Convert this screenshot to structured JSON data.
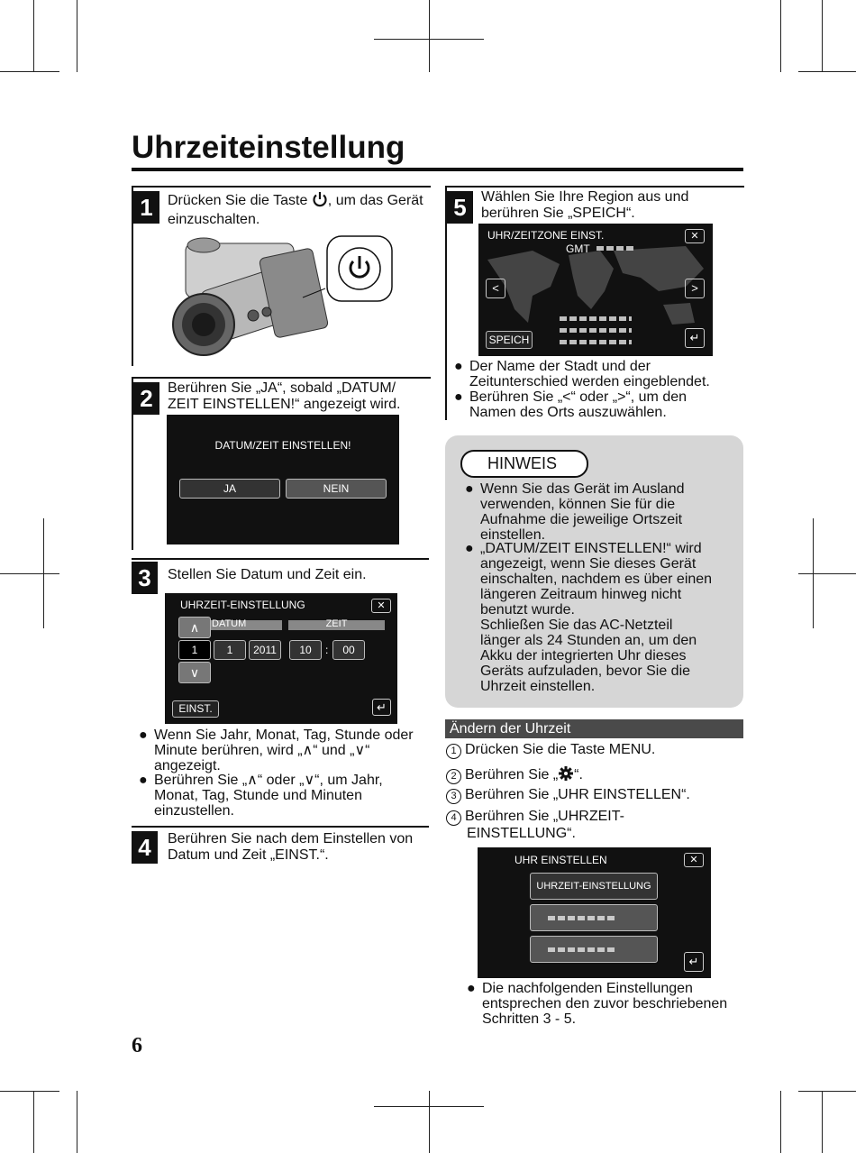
{
  "title": "Uhrzeiteinstellung",
  "page_number": "6",
  "step1": {
    "num": "1",
    "text_a": "Drücken Sie die Taste",
    "text_b": ", um das Gerät",
    "text_c": "einzuschalten."
  },
  "step2": {
    "num": "2",
    "text_1": "Berühren Sie „JA“, sobald „DATUM/",
    "text_2": "ZEIT EINSTELLEN!“ angezeigt wird.",
    "screen": {
      "title": "DATUM/ZEIT EINSTELLEN!",
      "yes": "JA",
      "no": "NEIN"
    }
  },
  "step3": {
    "num": "3",
    "text": "Stellen Sie Datum und Zeit ein.",
    "screen": {
      "title": "UHRZEIT-EINSTELLUNG",
      "date_label": "DATUM",
      "time_label": "ZEIT",
      "day": "1",
      "month": "1",
      "year": "2011",
      "hour": "10",
      "colon": ":",
      "minute": "00",
      "set": "EINST.",
      "up": "∧",
      "down": "∨",
      "close": "✕",
      "back": "↵"
    },
    "bullets": [
      {
        "dot": "●",
        "lines": [
          "Wenn Sie Jahr, Monat, Tag, Stunde oder",
          "Minute berühren, wird „∧“ und „∨“",
          "angezeigt."
        ]
      },
      {
        "dot": "●",
        "lines": [
          "Berühren Sie „∧“ oder „∨“, um Jahr,",
          "Monat, Tag, Stunde und Minuten",
          "einzustellen."
        ]
      }
    ]
  },
  "step4": {
    "num": "4",
    "text_1": "Berühren Sie nach dem Einstellen von",
    "text_2": "Datum und Zeit „EINST.“."
  },
  "step5": {
    "num": "5",
    "text_1": "Wählen Sie Ihre Region aus und",
    "text_2": "berühren Sie „SPEICH“.",
    "screen": {
      "title": "UHR/ZEITZONE EINST.",
      "gmt": "GMT",
      "save": "SPEICH",
      "prev": "<",
      "next": ">",
      "close": "✕",
      "back": "↵"
    },
    "bullets": [
      {
        "dot": "●",
        "lines": [
          "Der Name der Stadt und der",
          "Zeitunterschied werden eingeblendet."
        ]
      },
      {
        "dot": "●",
        "lines": [
          "Berühren Sie „<“ oder „>“, um den",
          "Namen des Orts auszuwählen."
        ]
      }
    ]
  },
  "note": {
    "label": "HINWEIS",
    "bullets": [
      {
        "dot": "●",
        "lines": [
          "Wenn Sie das Gerät im Ausland",
          "verwenden, können Sie für die",
          "Aufnahme die jeweilige Ortszeit",
          "einstellen."
        ]
      },
      {
        "dot": "●",
        "lines": [
          "„DATUM/ZEIT EINSTELLEN!“ wird",
          "angezeigt, wenn Sie dieses Gerät",
          "einschalten, nachdem es über einen",
          "längeren Zeitraum hinweg nicht",
          "benutzt wurde.",
          "Schließen Sie das AC-Netzteil",
          "länger als 24 Stunden an, um den",
          "Akku der integrierten Uhr dieses",
          "Geräts aufzuladen, bevor Sie die",
          "Uhrzeit einstellen."
        ]
      }
    ]
  },
  "change": {
    "header": "Ändern der Uhrzeit",
    "items": [
      {
        "n": "1",
        "text": "Drücken Sie die Taste MENU."
      },
      {
        "n": "2",
        "text_a": "Berühren Sie „",
        "text_b": "“."
      },
      {
        "n": "3",
        "text": "Berühren Sie „UHR EINSTELLEN“."
      },
      {
        "n": "4",
        "text_1": "Berühren Sie „UHRZEIT-",
        "text_2": "EINSTELLUNG“."
      }
    ],
    "screen": {
      "title": "UHR EINSTELLEN",
      "item1": "UHRZEIT-EINSTELLUNG",
      "close": "✕",
      "back": "↵"
    },
    "bullet": {
      "dot": "●",
      "lines": [
        "Die nachfolgenden Einstellungen",
        "entsprechen den zuvor beschriebenen",
        "Schritten 3 - 5."
      ]
    }
  }
}
